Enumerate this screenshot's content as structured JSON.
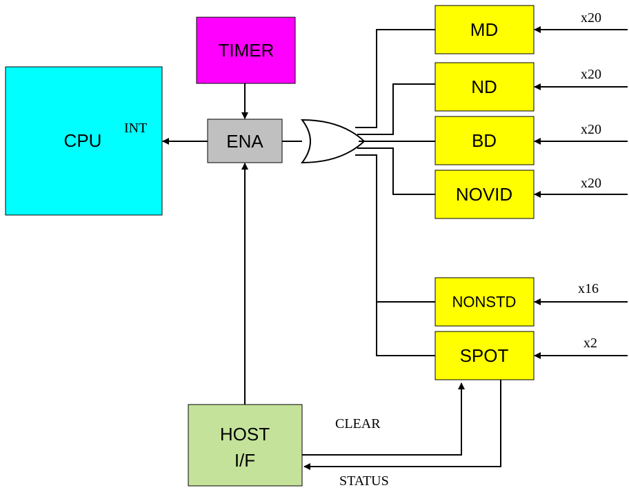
{
  "colors": {
    "cpu": "#00ffff",
    "timer": "#ff00ff",
    "ena": "#c0c0c0",
    "detector": "#ffff00",
    "host": "#c4e29a",
    "line": "#000000"
  },
  "blocks": {
    "cpu": "CPU",
    "timer": "TIMER",
    "ena": "ENA",
    "md": "MD",
    "nd": "ND",
    "bd": "BD",
    "novid": "NOVID",
    "nonstd": "NONSTD",
    "spot": "SPOT",
    "host_line1": "HOST",
    "host_line2": "I/F"
  },
  "signals": {
    "int": "INT",
    "clear": "CLEAR",
    "status": "STATUS",
    "md_count": "x20",
    "nd_count": "x20",
    "bd_count": "x20",
    "novid_count": "x20",
    "nonstd_count": "x16",
    "spot_count": "x2"
  }
}
